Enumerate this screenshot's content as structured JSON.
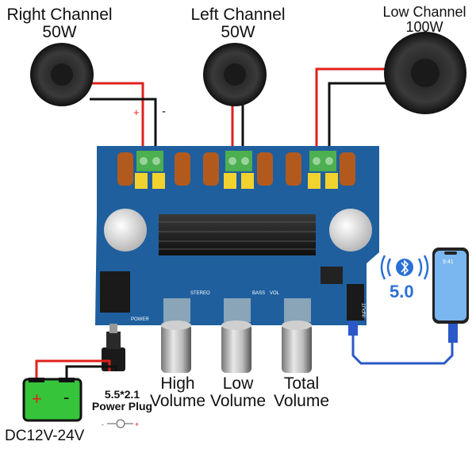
{
  "speakers": {
    "right": {
      "name": "Right Channel",
      "power": "50W"
    },
    "left": {
      "name": "Left Channel",
      "power": "50W"
    },
    "low": {
      "name": "Low Channel",
      "power": "100W"
    }
  },
  "polarity": {
    "plus": "+",
    "minus": "-"
  },
  "knobs": {
    "high": {
      "line1": "High",
      "line2": "Volume"
    },
    "low": {
      "line1": "Low",
      "line2": "Volume"
    },
    "total": {
      "line1": "Total",
      "line2": "Volume"
    }
  },
  "power": {
    "plug_size": "5.5*2.1",
    "plug_label": "Power Plug",
    "voltage": "DC12V-24V",
    "battery_plus": "+",
    "battery_minus": "-"
  },
  "bluetooth": {
    "version": "5.0"
  },
  "phone": {
    "time": "9:41"
  },
  "board_labels": {
    "stereo": "STEREO",
    "bass": "BASS",
    "vol": "VOL",
    "power": "POWER",
    "input": "INPUT"
  },
  "colors": {
    "board": "#1f5f9e",
    "heatsink": "#1a1a1a",
    "terminal": "#4caf50",
    "capacitor": "#f2d22e",
    "battery": "#35c43a",
    "wire_red": "#e0201c",
    "bluetooth": "#2a6fd6"
  }
}
